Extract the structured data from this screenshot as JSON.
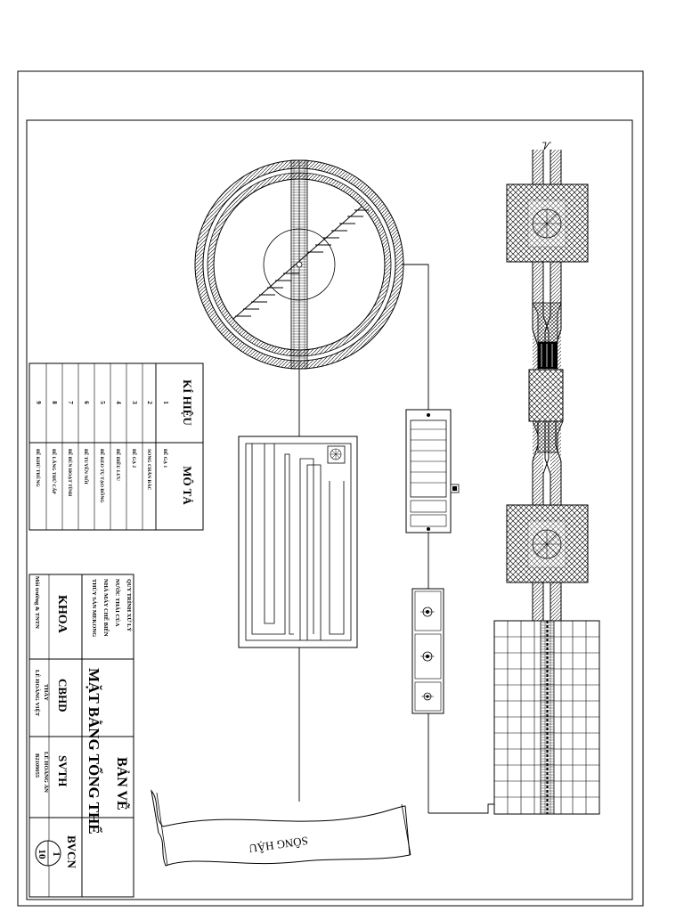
{
  "legend": {
    "col_symbol": "KÍ HIỆU",
    "col_description": "MÔ TẢ",
    "rows": [
      {
        "symbol": "1",
        "description": "BỂ GẠ 1"
      },
      {
        "symbol": "2",
        "description": "SONG CHẮN RÁC"
      },
      {
        "symbol": "3",
        "description": "BỂ GẠ 2"
      },
      {
        "symbol": "4",
        "description": "BỂ ĐIỀU LƯU"
      },
      {
        "symbol": "5",
        "description": "BỂ KEO TỤ TẠO BÔNG"
      },
      {
        "symbol": "6",
        "description": "BỂ TUYỂN NỔI"
      },
      {
        "symbol": "7",
        "description": "BỂ BÙN HOẠT TÍNH"
      },
      {
        "symbol": "8",
        "description": "BỂ LẮNG THỨ CẤP"
      },
      {
        "symbol": "9",
        "description": "BỂ KHỬ TRÙNG"
      }
    ]
  },
  "title_block": {
    "project": [
      "QUY TRÌNH XỬ LÝ",
      "NƯỚC THẢI CỦA",
      "NHÀ MÁY CHẾ BIẾN",
      "THỦY SẢN MEKONG"
    ],
    "drawing_title_1": "BẢN VẼ",
    "drawing_title_2": "MẶT BẰNG TỔNG THỂ",
    "faculty_label": "KHOA",
    "faculty_value": "Môi trường & TNTN",
    "instructor_label": "CBHD",
    "instructor_title": "THẦY",
    "instructor_name": "LÊ HOÀNG VIỆT",
    "student_label": "SVTH",
    "student_name": "LÊ HOÀNG ÂN",
    "student_id": "B2109055",
    "code_label": "BVCN",
    "sheet_number": "1",
    "sheet_total": "10"
  },
  "river_label": "SÔNG HẬU"
}
